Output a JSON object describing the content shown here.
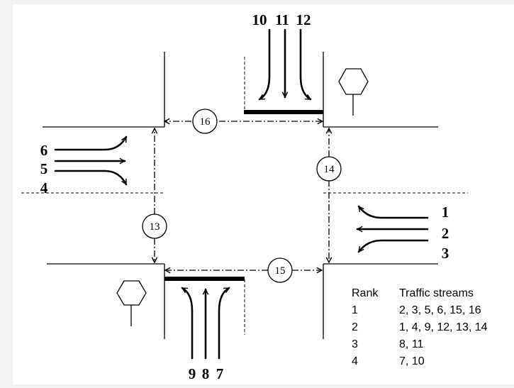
{
  "streams": {
    "north": [
      "10",
      "11",
      "12"
    ],
    "west": [
      "6",
      "5",
      "4"
    ],
    "east": [
      "1",
      "2",
      "3"
    ],
    "south": [
      "9",
      "8",
      "7"
    ]
  },
  "pedestrian": {
    "top": "16",
    "right": "14",
    "left": "13",
    "bottom": "15"
  },
  "legend": {
    "header_rank": "Rank",
    "header_streams": "Traffic streams",
    "rows": [
      {
        "rank": "1",
        "streams": "2, 3, 5, 6, 15, 16"
      },
      {
        "rank": "2",
        "streams": "1, 4, 9, 12, 13, 14"
      },
      {
        "rank": "3",
        "streams": "8, 11"
      },
      {
        "rank": "4",
        "streams": "7, 10"
      }
    ]
  },
  "icons": [
    "stop-sign-icon",
    "stop-sign-icon"
  ],
  "colors": {
    "background": "#f2f2f2",
    "ink": "#000000",
    "panel": "#ffffff"
  }
}
